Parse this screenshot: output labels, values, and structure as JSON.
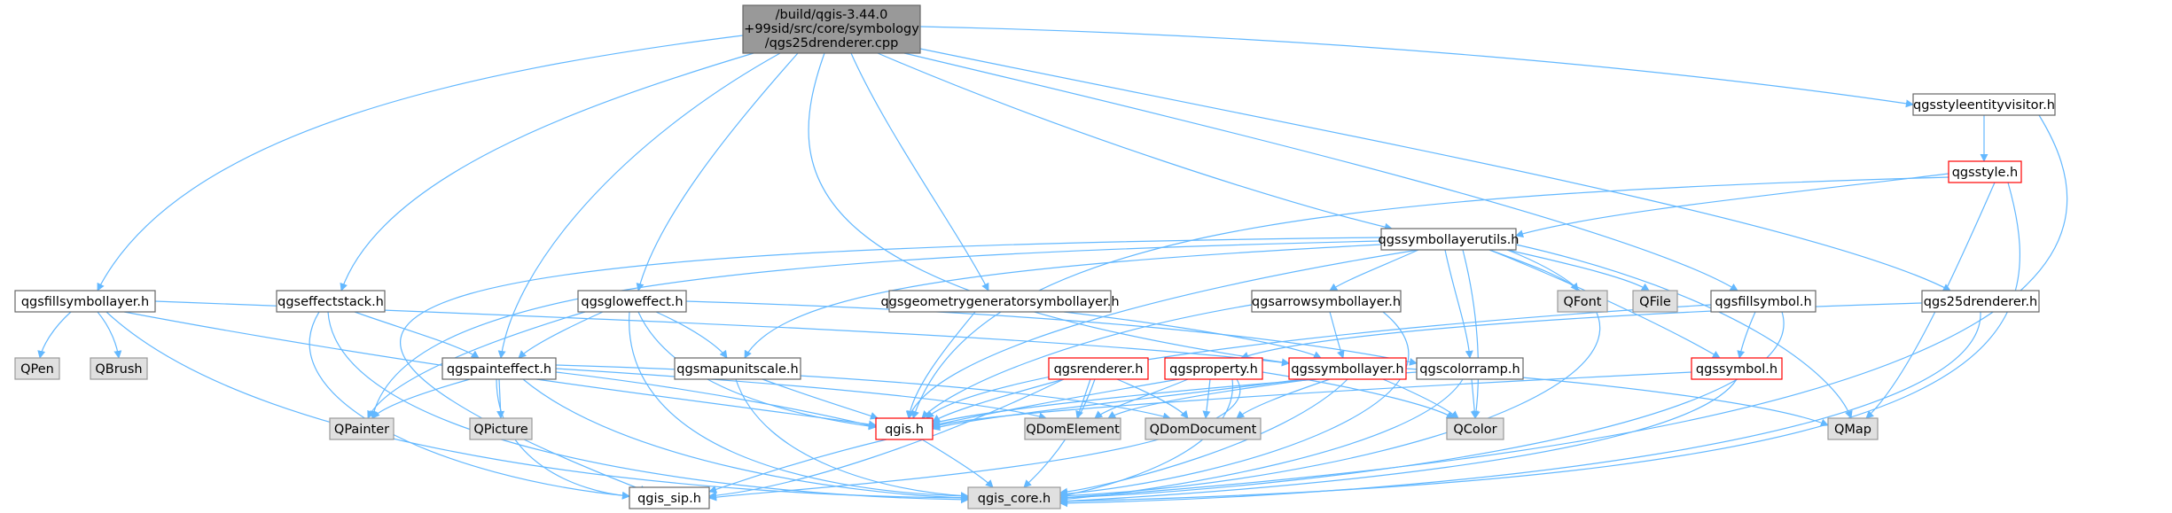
{
  "diagram": {
    "root_lines": [
      "/build/qgis-3.44.0",
      "+99sid/src/core/symbology",
      "/qgs25drenderer.cpp"
    ],
    "nodes": {
      "styleentityvisitor": "qgsstyleentityvisitor.h",
      "style": "qgsstyle.h",
      "symbollayerutils": "qgssymbollayerutils.h",
      "fillsymbollayer": "qgsfillsymbollayer.h",
      "effectstack": "qgseffectstack.h",
      "gloweffect": "qgsgloweffect.h",
      "geomgen": "qgsgeometrygeneratorsymbollayer.h",
      "arrowsymbollayer": "qgsarrowsymbollayer.h",
      "qfont": "QFont",
      "qfile": "QFile",
      "fillsymbol": "qgsfillsymbol.h",
      "renderer25d": "qgs25drenderer.h",
      "qpen": "QPen",
      "qbrush": "QBrush",
      "painteffect": "qgspainteffect.h",
      "mapunitscale": "qgsmapunitscale.h",
      "renderer": "qgsrenderer.h",
      "property": "qgsproperty.h",
      "symbollayer": "qgssymbollayer.h",
      "colorramp": "qgscolorramp.h",
      "symbol": "qgssymbol.h",
      "qpainter": "QPainter",
      "qpicture": "QPicture",
      "qgis": "qgis.h",
      "qdomelement": "QDomElement",
      "qdomdocument": "QDomDocument",
      "qcolor": "QColor",
      "qmap": "QMap",
      "qgissip": "qgis_sip.h",
      "qgiscore": "qgis_core.h"
    }
  }
}
